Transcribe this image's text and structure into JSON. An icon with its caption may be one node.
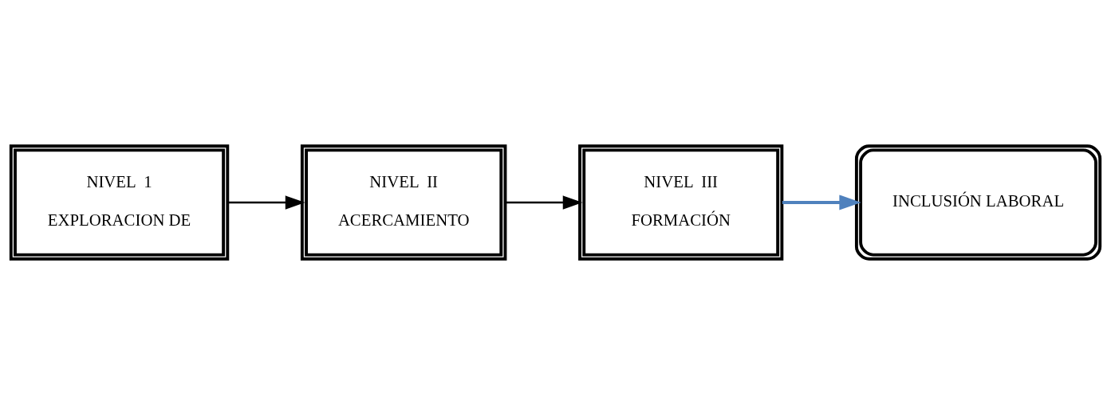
{
  "diagram": {
    "nodes": [
      {
        "text": [
          "NIVEL  1",
          "EXPLORACION DE"
        ]
      },
      {
        "text": [
          "NIVEL  II",
          "ACERCAMIENTO"
        ]
      },
      {
        "text": [
          "NIVEL  III",
          "FORMACIÓN"
        ]
      },
      {
        "text": [
          "INCLUSIÓN LABORAL"
        ]
      }
    ],
    "edges": [
      {
        "from": 0,
        "to": 1,
        "arrow": "to"
      },
      {
        "from": 1,
        "to": 2,
        "arrow": "to"
      },
      {
        "from": 2,
        "to": 3,
        "arrow": "to",
        "color": "#4f81bd"
      }
    ]
  }
}
